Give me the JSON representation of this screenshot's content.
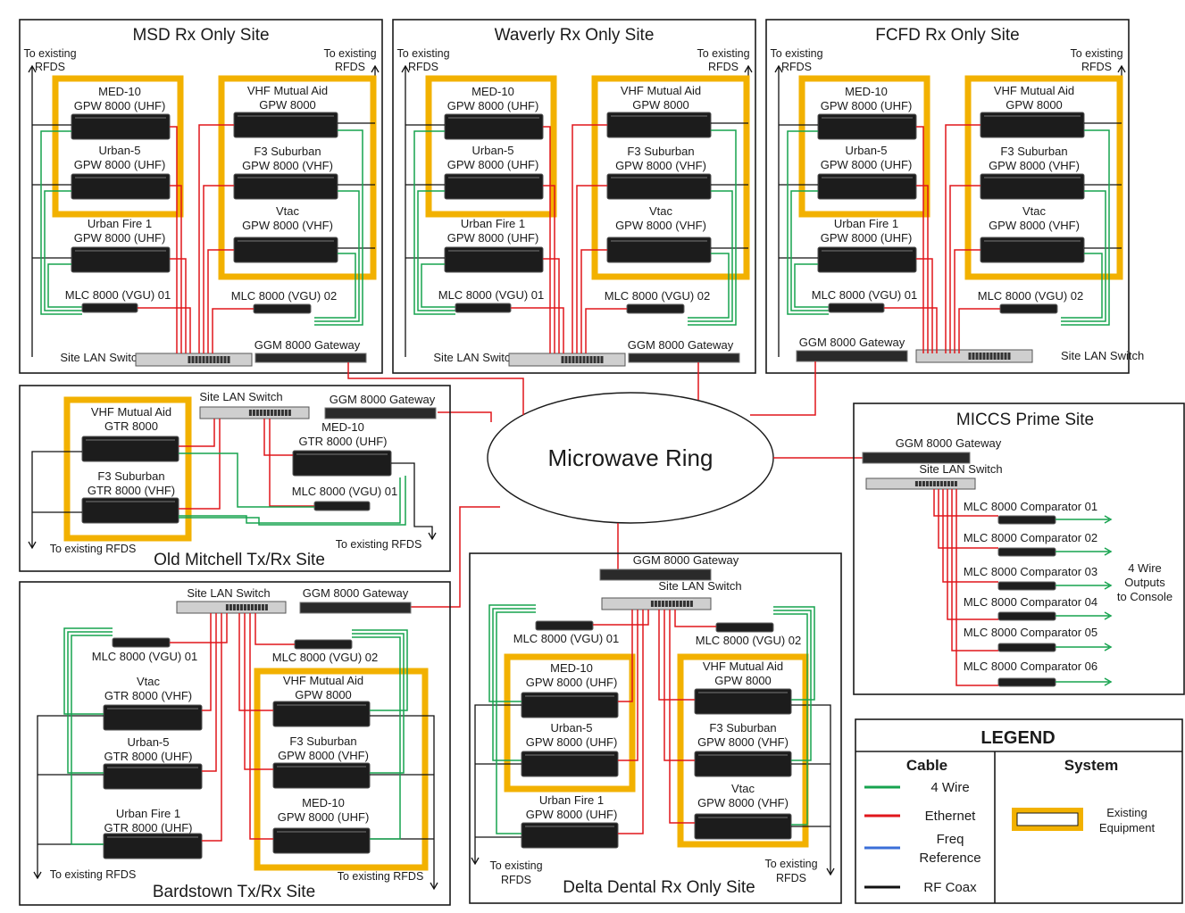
{
  "sites": {
    "msd": {
      "title": "MSD Rx Only Site",
      "to_existing_left": [
        "To existing",
        "RFDS"
      ],
      "to_existing_right": [
        "To existing",
        "RFDS"
      ],
      "med10": [
        "MED-10",
        "GPW 8000 (UHF)"
      ],
      "urban5": [
        "Urban-5",
        "GPW 8000 (UHF)"
      ],
      "urbanfire": [
        "Urban Fire 1",
        "GPW 8000 (UHF)"
      ],
      "vhf": [
        "VHF Mutual Aid",
        "GPW 8000"
      ],
      "f3": [
        "F3 Suburban",
        "GPW 8000 (VHF)"
      ],
      "vtac": [
        "Vtac",
        "GPW 8000 (VHF)"
      ],
      "mlc1": "MLC 8000 (VGU) 01",
      "mlc2": "MLC 8000 (VGU) 02",
      "gateway": "GGM 8000 Gateway",
      "switch": "Site LAN Switch"
    },
    "waverly": {
      "title": "Waverly Rx Only Site",
      "to_existing_left": [
        "To existing",
        "RFDS"
      ],
      "to_existing_right": [
        "To existing",
        "RFDS"
      ],
      "med10": [
        "MED-10",
        "GPW 8000 (UHF)"
      ],
      "urban5": [
        "Urban-5",
        "GPW 8000 (UHF)"
      ],
      "urbanfire": [
        "Urban Fire 1",
        "GPW 8000 (UHF)"
      ],
      "vhf": [
        "VHF Mutual Aid",
        "GPW 8000"
      ],
      "f3": [
        "F3 Suburban",
        "GPW 8000 (VHF)"
      ],
      "vtac": [
        "Vtac",
        "GPW 8000 (VHF)"
      ],
      "mlc1": "MLC 8000 (VGU) 01",
      "mlc2": "MLC 8000 (VGU) 02",
      "gateway": "GGM 8000 Gateway",
      "switch": "Site LAN Switch"
    },
    "fcfd": {
      "title": "FCFD Rx Only Site",
      "to_existing_left": [
        "To existing",
        "RFDS"
      ],
      "to_existing_right": [
        "To existing",
        "RFDS"
      ],
      "med10": [
        "MED-10",
        "GPW 8000 (UHF)"
      ],
      "urban5": [
        "Urban-5",
        "GPW 8000 (UHF)"
      ],
      "urbanfire": [
        "Urban Fire 1",
        "GPW 8000 (UHF)"
      ],
      "vhf": [
        "VHF Mutual Aid",
        "GPW 8000"
      ],
      "f3": [
        "F3 Suburban",
        "GPW 8000 (VHF)"
      ],
      "vtac": [
        "Vtac",
        "GPW 8000 (VHF)"
      ],
      "mlc1": "MLC 8000 (VGU) 01",
      "mlc2": "MLC 8000 (VGU) 02",
      "gateway": "GGM 8000 Gateway",
      "switch": "Site LAN Switch"
    },
    "oldmitchell": {
      "title": "Old Mitchell Tx/Rx Site",
      "switch": "Site LAN Switch",
      "gateway": "GGM 8000 Gateway",
      "vhf": [
        "VHF Mutual Aid",
        "GTR 8000"
      ],
      "f3": [
        "F3 Suburban",
        "GTR 8000 (VHF)"
      ],
      "med10": [
        "MED-10",
        "GTR 8000 (UHF)"
      ],
      "mlc1": "MLC 8000 (VGU) 01",
      "to_existing_left": "To existing RFDS",
      "to_existing_right": "To existing RFDS"
    },
    "bardstown": {
      "title": "Bardstown Tx/Rx Site",
      "switch": "Site LAN Switch",
      "gateway": "GGM 8000 Gateway",
      "mlc1": "MLC 8000 (VGU) 01",
      "mlc2": "MLC 8000 (VGU) 02",
      "vtac": [
        "Vtac",
        "GTR 8000 (VHF)"
      ],
      "urban5": [
        "Urban-5",
        "GTR 8000 (UHF)"
      ],
      "urbanfire": [
        "Urban Fire 1",
        "GTR 8000 (UHF)"
      ],
      "vhf": [
        "VHF Mutual Aid",
        "GPW 8000"
      ],
      "f3": [
        "F3 Suburban",
        "GPW 8000 (VHF)"
      ],
      "med10": [
        "MED-10",
        "GPW 8000 (UHF)"
      ],
      "to_existing_left": "To existing RFDS",
      "to_existing_right": "To existing RFDS"
    },
    "delta": {
      "title": "Delta Dental Rx Only Site",
      "gateway": "GGM 8000 Gateway",
      "switch": "Site LAN Switch",
      "mlc1": "MLC 8000 (VGU) 01",
      "mlc2": "MLC 8000 (VGU) 02",
      "med10": [
        "MED-10",
        "GPW 8000 (UHF)"
      ],
      "urban5": [
        "Urban-5",
        "GPW 8000 (UHF)"
      ],
      "urbanfire": [
        "Urban Fire 1",
        "GPW 8000 (UHF)"
      ],
      "vhf": [
        "VHF Mutual Aid",
        "GPW 8000"
      ],
      "f3": [
        "F3 Suburban",
        "GPW 8000 (VHF)"
      ],
      "vtac": [
        "Vtac",
        "GPW 8000 (VHF)"
      ],
      "to_existing_left": [
        "To existing",
        "RFDS"
      ],
      "to_existing_right": [
        "To existing",
        "RFDS"
      ]
    },
    "miccs": {
      "title": "MICCS Prime Site",
      "gateway": "GGM 8000 Gateway",
      "switch": "Site LAN Switch",
      "comparators": [
        "MLC 8000 Comparator 01",
        "MLC 8000 Comparator 02",
        "MLC 8000 Comparator 03",
        "MLC 8000 Comparator 04",
        "MLC 8000 Comparator 05",
        "MLC 8000 Comparator 06"
      ],
      "outputs": [
        "4 Wire",
        "Outputs",
        "to Console"
      ]
    }
  },
  "ring": {
    "label": "Microwave Ring"
  },
  "legend": {
    "title": "LEGEND",
    "cable_header": "Cable",
    "system_header": "System",
    "cables": [
      {
        "label": [
          "4 Wire"
        ],
        "color": "#17a34f"
      },
      {
        "label": [
          "Ethernet"
        ],
        "color": "#e0161b"
      },
      {
        "label": [
          "Freq",
          "Reference"
        ],
        "color": "#3b6fd8"
      },
      {
        "label": [
          "RF Coax"
        ],
        "color": "#111111"
      }
    ],
    "system": {
      "label": [
        "Existing",
        "Equipment"
      ],
      "color": "#f2b100"
    }
  }
}
